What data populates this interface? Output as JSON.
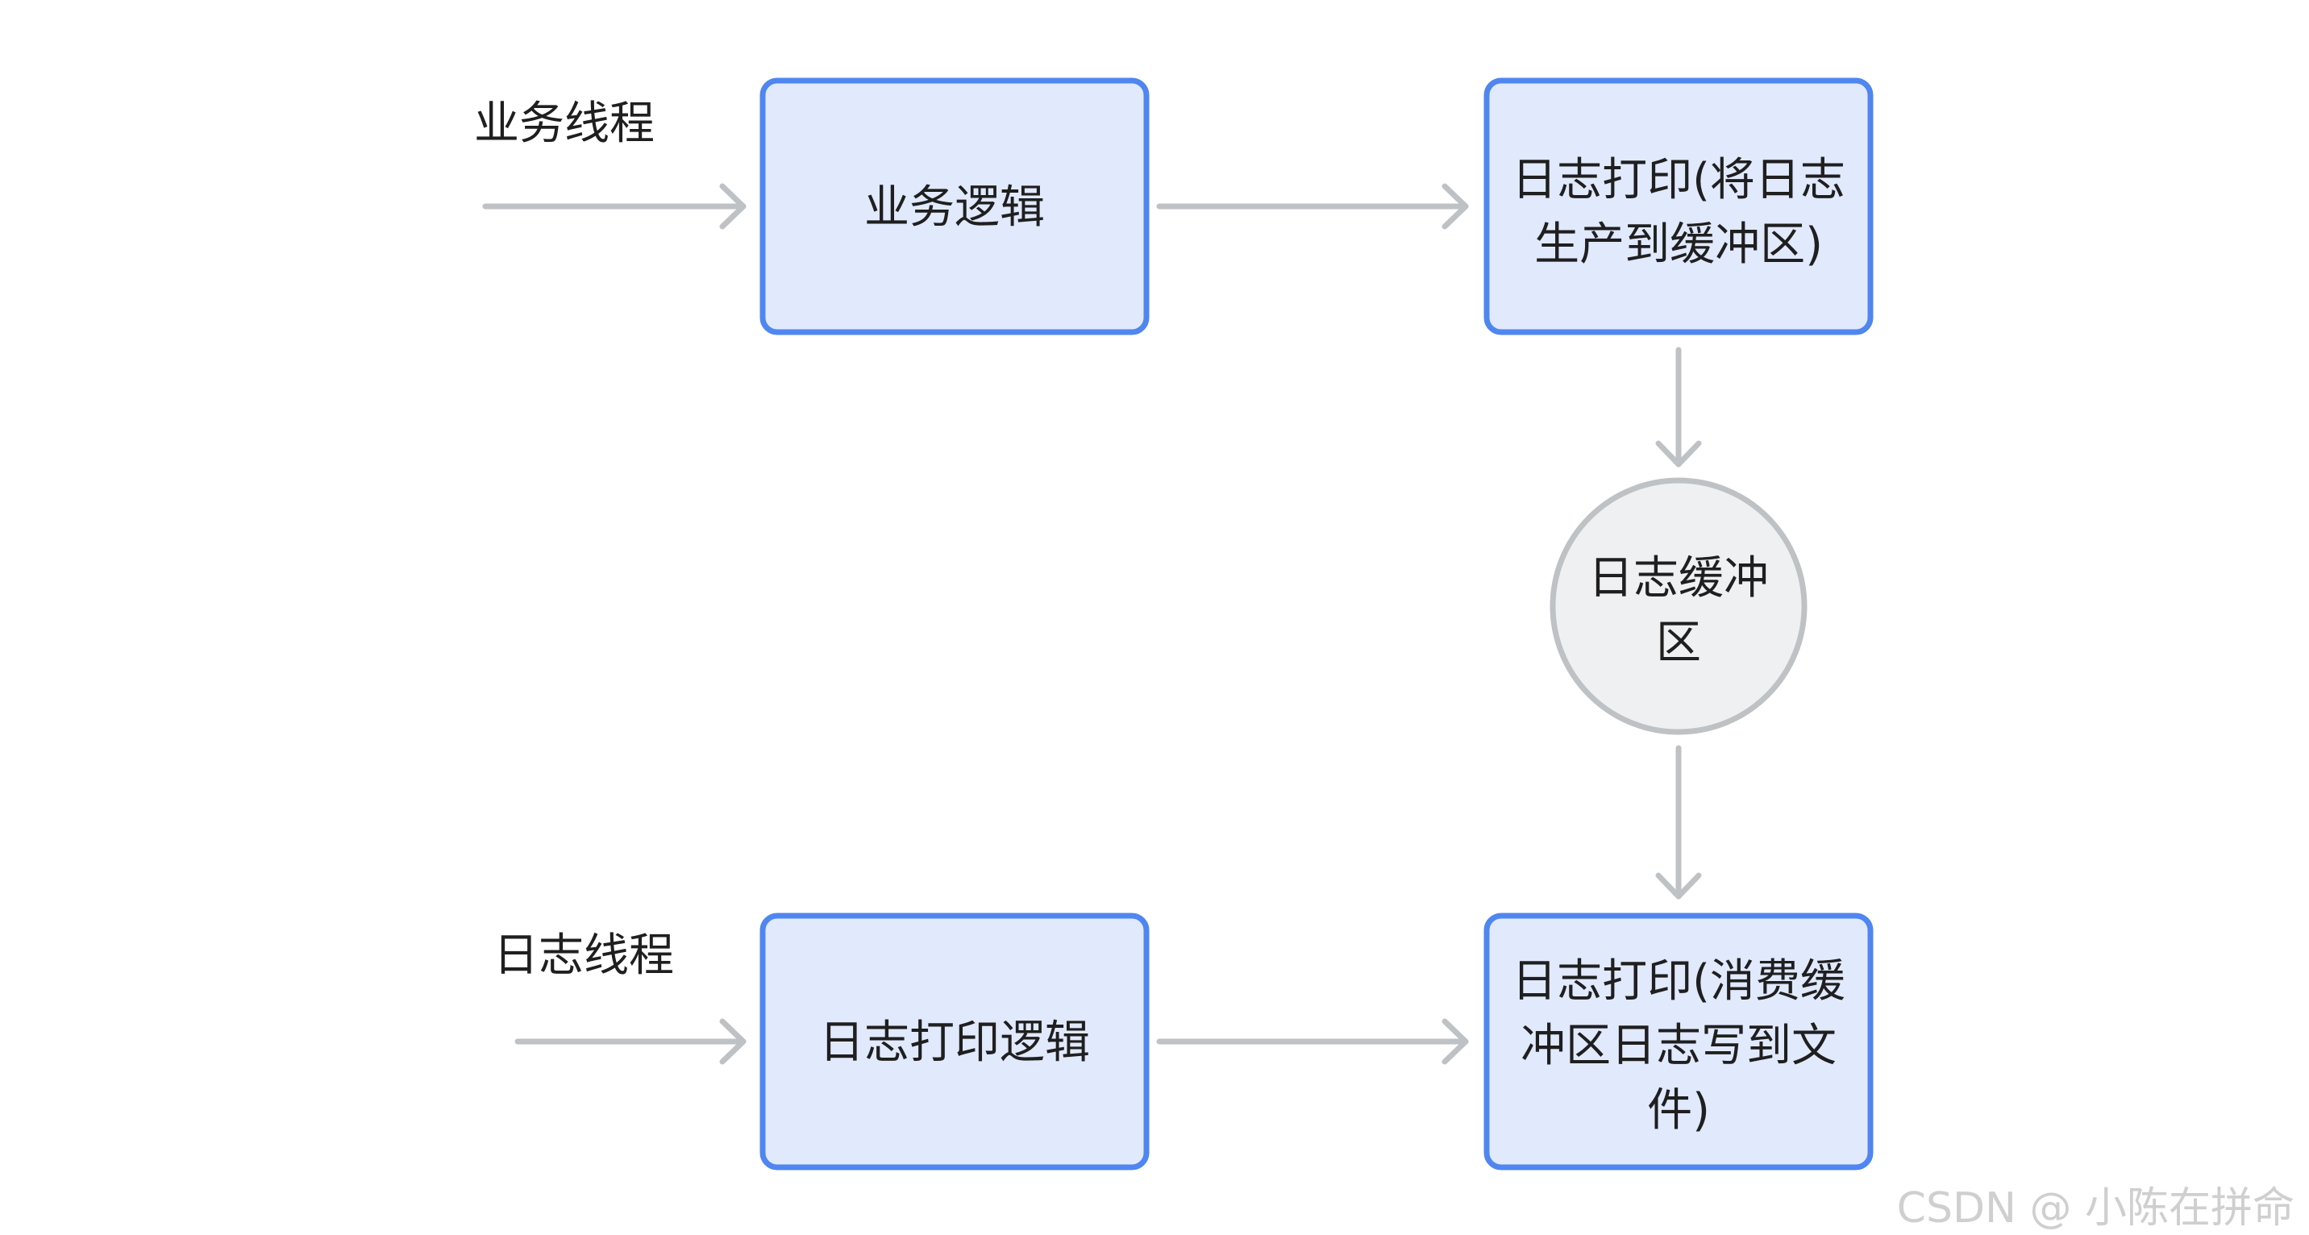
{
  "lanes": {
    "business": "业务线程",
    "log": "日志线程"
  },
  "nodes": {
    "business_logic": "业务逻辑",
    "log_print_produce": [
      "日志打印(将日志",
      "生产到缓冲区)"
    ],
    "log_buffer": [
      "日志缓冲",
      "区"
    ],
    "log_print_logic": "日志打印逻辑",
    "log_print_consume": [
      "日志打印(消费缓",
      "冲区日志写到文",
      "件)"
    ]
  },
  "watermark": "CSDN @ 小陈在拼命",
  "colors": {
    "box_fill": "#e1e9fd",
    "box_stroke": "#4f86f0",
    "circle_fill": "#eef0f2",
    "circle_stroke": "#bfc2c5",
    "arrow": "#bfc2c5",
    "text": "#1f1f1f",
    "watermark": "#cfcfcf"
  }
}
